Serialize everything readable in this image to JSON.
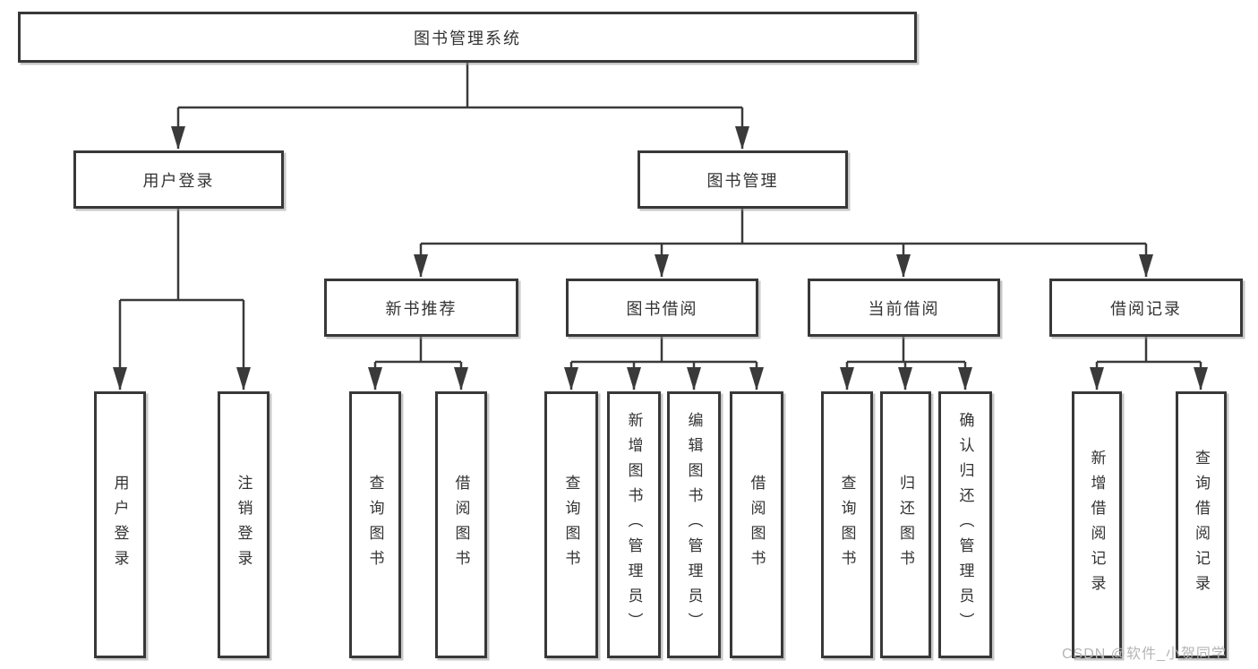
{
  "diagram_title": "图书管理系统",
  "colors": {
    "background": "#ffffff",
    "line": "#3a3a3a",
    "box-border": "#383838",
    "text": "#333333",
    "watermark": "#b5b5b5"
  },
  "tree": {
    "root": {
      "label": "图书管理系统",
      "children": [
        {
          "label": "用户登录",
          "children": [
            {
              "label": "用户登录"
            },
            {
              "label": "注销登录"
            }
          ]
        },
        {
          "label": "图书管理",
          "children": [
            {
              "label": "新书推荐",
              "children": [
                {
                  "label": "查询图书"
                },
                {
                  "label": "借阅图书"
                }
              ]
            },
            {
              "label": "图书借阅",
              "children": [
                {
                  "label": "查询图书"
                },
                {
                  "label": "新增图书（管理员）"
                },
                {
                  "label": "编辑图书（管理员）"
                },
                {
                  "label": "借阅图书"
                }
              ]
            },
            {
              "label": "当前借阅",
              "children": [
                {
                  "label": "查询图书"
                },
                {
                  "label": "归还图书"
                },
                {
                  "label": "确认归还（管理员）"
                }
              ]
            },
            {
              "label": "借阅记录",
              "children": [
                {
                  "label": "新增借阅记录"
                },
                {
                  "label": "查询借阅记录"
                }
              ]
            }
          ]
        }
      ]
    }
  },
  "watermark": {
    "text": "CSDN @软件_小贺同学"
  }
}
